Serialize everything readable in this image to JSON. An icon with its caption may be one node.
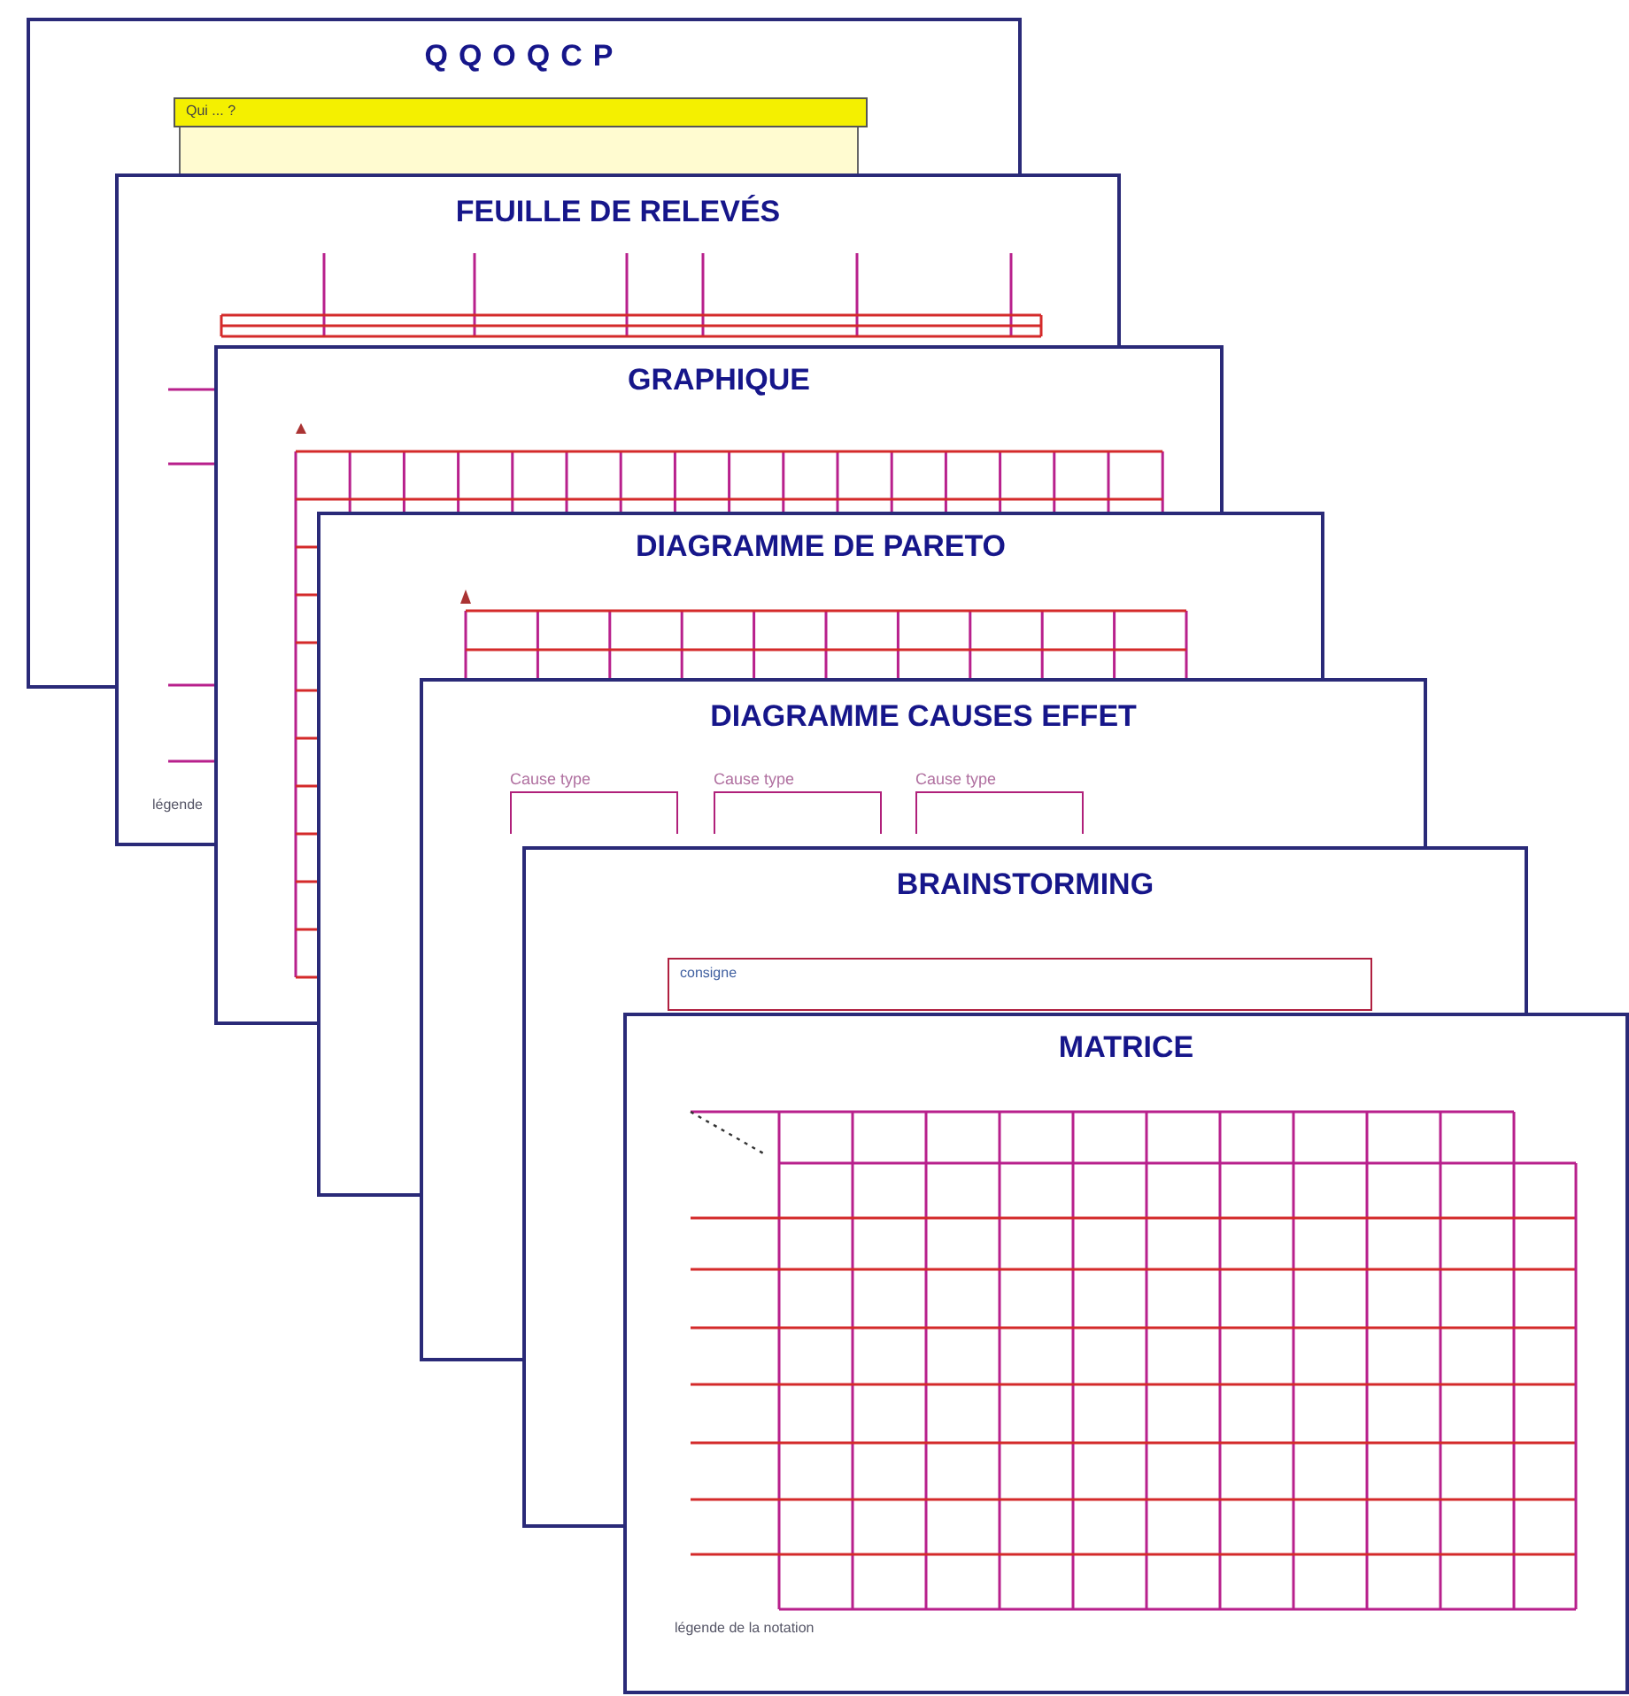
{
  "diagram": {
    "nodes": [
      {
        "text": [
          "QQOQCP"
        ]
      },
      {
        "text": [
          "FEUILLE DE RELEVÉS"
        ]
      },
      {
        "text": [
          "GRAPHIQUE"
        ]
      },
      {
        "text": [
          "DIAGRAMME DE PARETO"
        ]
      },
      {
        "text": [
          "DIAGRAMME CAUSES EFFET"
        ]
      },
      {
        "text": [
          "BRAINSTORMING"
        ]
      },
      {
        "text": [
          "MATRICE"
        ]
      },
      {
        "text": [
          "Qui ... ?"
        ],
        "in": 0
      },
      {
        "text": [
          "Cause type"
        ]
      },
      {
        "text": [
          "Cause type"
        ]
      },
      {
        "text": [
          "Cause type"
        ]
      },
      {
        "text": [
          "consigne"
        ]
      }
    ],
    "labels": [
      "légende",
      "légende de la notation"
    ]
  }
}
